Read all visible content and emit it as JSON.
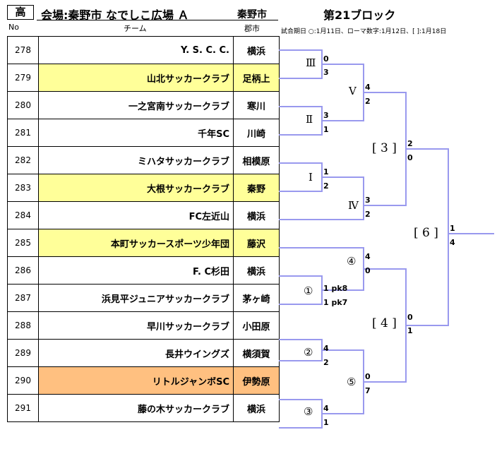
{
  "header": {
    "grade": "高",
    "venue": "会場:秦野市 なでしこ広場 Ａ",
    "city": "秦野市",
    "block": "第21ブロック"
  },
  "columns": {
    "no": "No",
    "team": "チーム",
    "city": "郡市"
  },
  "legend": "試合期日 ○:1月11日、ローマ数字:1月12日、[ ]:1月18日",
  "entries": [
    {
      "no": "278",
      "team": "Y. S. C. C.",
      "city": "横浜"
    },
    {
      "no": "279",
      "team": "山北サッカークラブ",
      "city": "足柄上"
    },
    {
      "no": "280",
      "team": "一之宮南サッカークラブ",
      "city": "寒川"
    },
    {
      "no": "281",
      "team": "千年SC",
      "city": "川崎"
    },
    {
      "no": "282",
      "team": "ミハタサッカークラブ",
      "city": "相模原"
    },
    {
      "no": "283",
      "team": "大根サッカークラブ",
      "city": "秦野"
    },
    {
      "no": "284",
      "team": "FC左近山",
      "city": "横浜"
    },
    {
      "no": "285",
      "team": "本町サッカースポーツ少年団",
      "city": "藤沢"
    },
    {
      "no": "286",
      "team": "F. C杉田",
      "city": "横浜"
    },
    {
      "no": "287",
      "team": "浜見平ジュニアサッカークラブ",
      "city": "茅ヶ崎"
    },
    {
      "no": "288",
      "team": "早川サッカークラブ",
      "city": "小田原"
    },
    {
      "no": "289",
      "team": "長井ウイングズ",
      "city": "横須賀"
    },
    {
      "no": "290",
      "team": "リトルジャンボSC",
      "city": "伊勢原"
    },
    {
      "no": "291",
      "team": "藤の木サッカークラブ",
      "city": "横浜"
    }
  ],
  "rounds": {
    "r3": "Ⅲ",
    "r2": "Ⅱ",
    "r1": "Ⅰ",
    "r4": "Ⅳ",
    "r5": "Ⅴ",
    "c1": "①",
    "c2": "②",
    "c3": "③",
    "c4": "④",
    "c5": "⑤",
    "b3": "[ 3 ]",
    "b4": "[ 4 ]",
    "b6": "[ 6 ]"
  },
  "scores": {
    "m3": [
      "0",
      "3"
    ],
    "m2": [
      "3",
      "1"
    ],
    "m1": [
      "1",
      "2"
    ],
    "mIV": [
      "3",
      "2"
    ],
    "mV": [
      "4",
      "2"
    ],
    "mB3": [
      "2",
      "0"
    ],
    "mB6": [
      "1",
      "4"
    ],
    "mC1": [
      "1 pk8",
      "1 pk7"
    ],
    "mC4": [
      "4",
      "0"
    ],
    "mB4": [
      "0",
      "1"
    ],
    "mC2": [
      "4",
      "2"
    ],
    "mC3": [
      "4",
      "1"
    ],
    "mC5": [
      "0",
      "7"
    ]
  },
  "colors": {
    "bracket": "#9999ee",
    "highlight_yellow": "#ffff99",
    "highlight_orange": "#ffc080"
  }
}
